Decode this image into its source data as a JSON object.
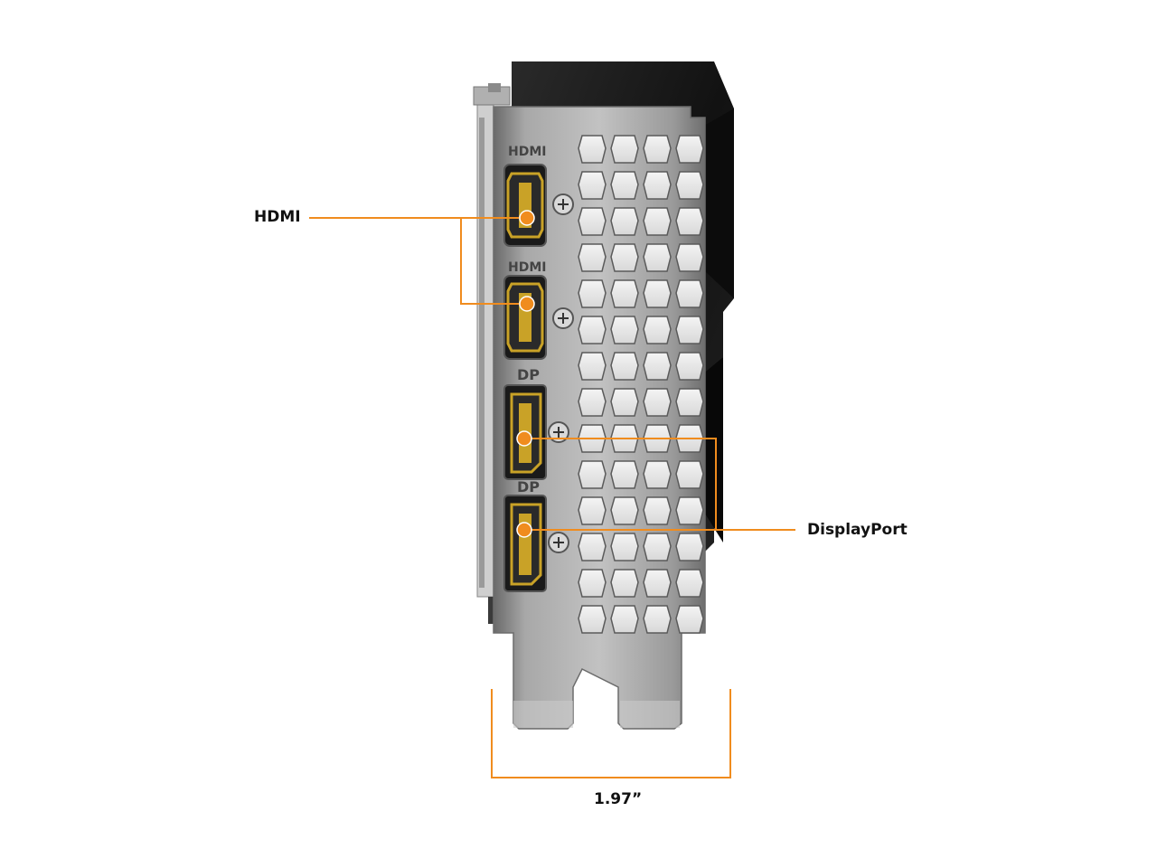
{
  "callouts": {
    "hdmi": "HDMI",
    "displayport": "DisplayPort"
  },
  "dimension": {
    "width_label": "1.97”"
  },
  "bracket_text": {
    "hdmi_1": "HDMI",
    "hdmi_2": "HDMI",
    "dp_1": "DP",
    "dp_2": "DP"
  },
  "colors": {
    "accent": "#f08c1e",
    "bracket": "#8f8f8f",
    "card_body": "#1b1b1b",
    "port_gold": "#c9a227"
  }
}
